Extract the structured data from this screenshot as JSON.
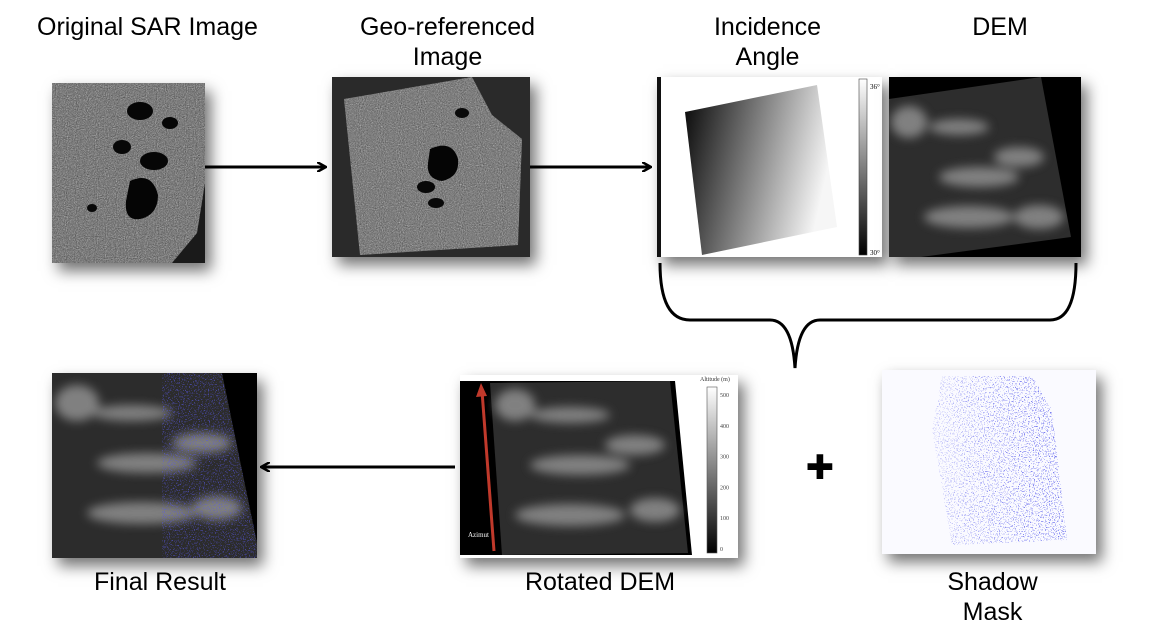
{
  "labels": {
    "original_sar": "Original SAR Image",
    "geo_referenced": "Geo-referenced\nImage",
    "incidence_angle": "Incidence\nAngle",
    "dem": "DEM",
    "final_result": "Final Result",
    "rotated_dem": "Rotated DEM",
    "shadow_mask": "Shadow\nMask"
  },
  "incidence_colorbar": {
    "top": "36°",
    "bottom": "30°"
  },
  "dem_colorbar": {
    "title": "Altitude (m)",
    "ticks": [
      "500",
      "400",
      "300",
      "200",
      "100",
      "0"
    ]
  },
  "azimuth_label": "Azimut",
  "plus_symbol": "✚",
  "colors": {
    "shadow": "#1f22d8",
    "azimuth_arrow": "#c0392b"
  }
}
